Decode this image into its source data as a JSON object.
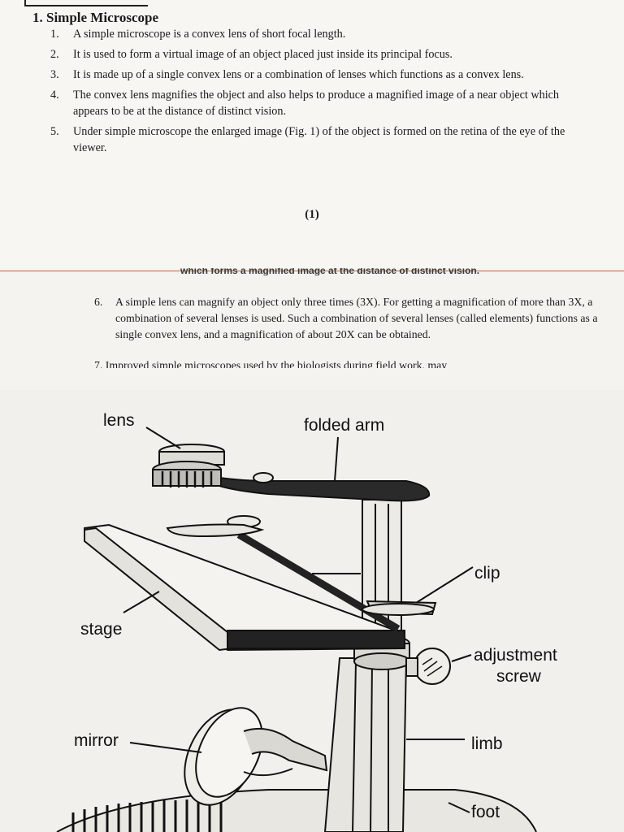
{
  "heading": "1. Simple Microscope",
  "list1": [
    {
      "num": "1.",
      "text": "A simple microscope is a convex lens of short focal length."
    },
    {
      "num": "2.",
      "text": "It is used to form a virtual image of an object placed just inside its principal focus."
    },
    {
      "num": "3.",
      "text": "It is made up of a single convex lens or a combination of lenses which functions as a convex lens."
    },
    {
      "num": "4.",
      "text": "The convex lens magnifies the object and also helps to produce a magnified image of a near object which appears to be at the distance of distinct vision."
    },
    {
      "num": "5.",
      "text": "Under simple microscope the enlarged image (Fig. 1) of the object is formed on the retina of the eye of the viewer."
    }
  ],
  "figure_ref": "(1)",
  "cut_text": "which forms a magnified image at the distance of distinct vision.",
  "list2": [
    {
      "num": "6.",
      "text": "A simple lens can magnify an object only three times (3X). For getting a magnification of more than 3X, a combination of several lenses is used. Such a combination of several lenses (called elements) functions as a single convex lens, and a magnification of about 20X can be obtained."
    }
  ],
  "partial_line": "7. Improved simple microscopes used by the biologists during field work, may",
  "figure_labels": {
    "lens": "lens",
    "folded_arm": "folded arm",
    "clip": "clip",
    "stage": "stage",
    "adjustment": "adjustment",
    "screw": "screw",
    "mirror": "mirror",
    "limb": "limb",
    "foot": "foot"
  }
}
